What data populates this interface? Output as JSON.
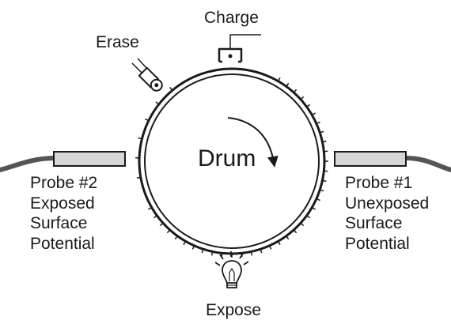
{
  "labels": {
    "charge": "Charge",
    "erase": "Erase",
    "drum": "Drum",
    "expose": "Expose",
    "probe1": {
      "title": "Probe #1",
      "lines": [
        "Unexposed",
        "Surface",
        "Potential"
      ]
    },
    "probe2": {
      "title": "Probe #2",
      "lines": [
        "Exposed",
        "Surface",
        "Potential"
      ]
    }
  },
  "colors": {
    "line": "#1a1a1a",
    "probe_fill": "#d6d6d6",
    "cable": "#555555"
  },
  "icons": [
    "charge-corona-icon",
    "erase-lamp-icon",
    "expose-bulb-icon",
    "rotation-arrow-icon"
  ]
}
